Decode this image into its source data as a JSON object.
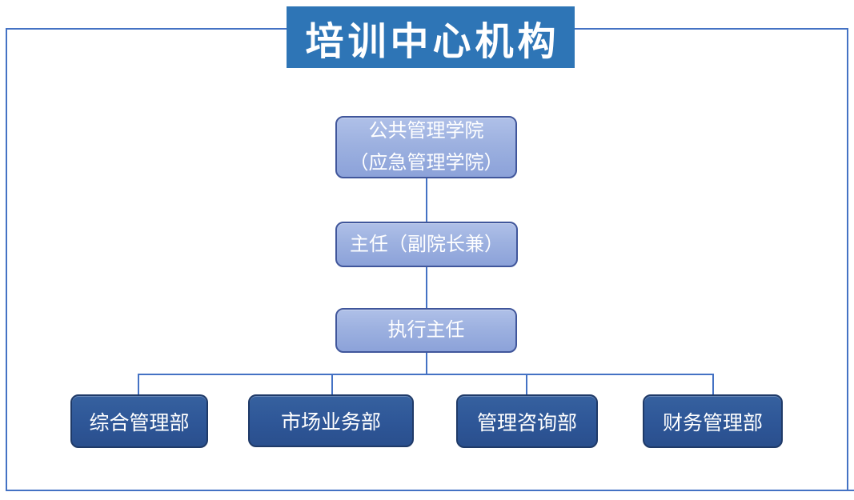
{
  "title": {
    "text": "培训中心机构"
  },
  "org": {
    "root": {
      "line1": "公共管理学院",
      "line2": "（应急管理学院）"
    },
    "director": {
      "label": "主任（副院长兼）"
    },
    "executive": {
      "label": "执行主任"
    },
    "departments": [
      "综合管理部",
      "市场业务部",
      "管理咨询部",
      "财务管理部"
    ]
  },
  "hierarchy": {
    "type": "org-chart",
    "levels": [
      [
        "公共管理学院（应急管理学院）"
      ],
      [
        "主任（副院长兼）"
      ],
      [
        "执行主任"
      ],
      [
        "综合管理部",
        "市场业务部",
        "管理咨询部",
        "财务管理部"
      ]
    ]
  },
  "colors": {
    "banner_blue": "#2E75B6",
    "frame_and_connector_blue": "#4472C4",
    "light_node_fill_top": "#AFC0E8",
    "light_node_fill_bottom": "#8CA2D9",
    "light_node_border": "#40569B",
    "dark_node_fill": "#2E5697",
    "dark_node_border": "#1F3A68",
    "text_white": "#FFFFFF"
  }
}
